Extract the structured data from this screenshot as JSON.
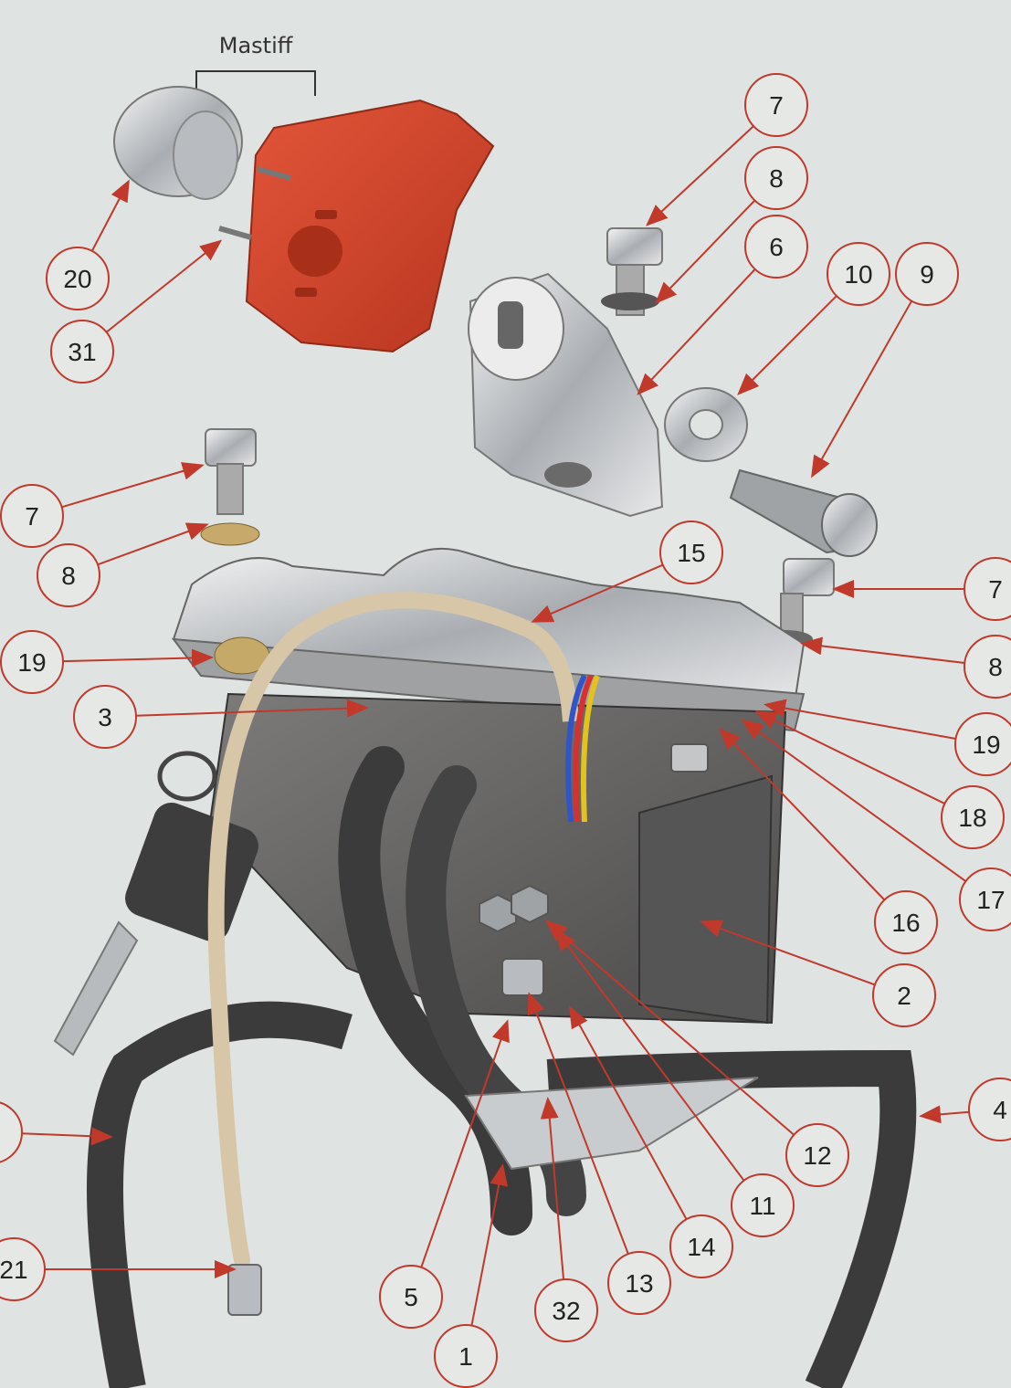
{
  "diagram": {
    "bracket_label": "Mastiff",
    "callouts": [
      {
        "id": "c20",
        "label": "20"
      },
      {
        "id": "c31",
        "label": "31"
      },
      {
        "id": "c7a",
        "label": "7"
      },
      {
        "id": "c8a",
        "label": "8"
      },
      {
        "id": "c6",
        "label": "6"
      },
      {
        "id": "c10",
        "label": "10"
      },
      {
        "id": "c9",
        "label": "9"
      },
      {
        "id": "c7b",
        "label": "7"
      },
      {
        "id": "c8b",
        "label": "8"
      },
      {
        "id": "c15",
        "label": "15"
      },
      {
        "id": "c7c",
        "label": "7"
      },
      {
        "id": "c8c",
        "label": "8"
      },
      {
        "id": "c19a",
        "label": "19"
      },
      {
        "id": "c3",
        "label": "3"
      },
      {
        "id": "c19b",
        "label": "19"
      },
      {
        "id": "c18",
        "label": "18"
      },
      {
        "id": "c17",
        "label": "17"
      },
      {
        "id": "c16",
        "label": "16"
      },
      {
        "id": "c2",
        "label": "2"
      },
      {
        "id": "c4",
        "label": "4"
      },
      {
        "id": "c12",
        "label": "12"
      },
      {
        "id": "c11",
        "label": "11"
      },
      {
        "id": "c14",
        "label": "14"
      },
      {
        "id": "c13",
        "label": "13"
      },
      {
        "id": "c32",
        "label": "32"
      },
      {
        "id": "c5",
        "label": "5"
      },
      {
        "id": "c1",
        "label": "1"
      },
      {
        "id": "c21",
        "label": "21"
      },
      {
        "id": "c_left",
        "label": ""
      }
    ]
  },
  "colors": {
    "background": "#dfe3e1",
    "callout_stroke": "#c0392b",
    "cover_red": "#d9472b",
    "chrome": "#c9ccce",
    "cable_dark": "#3b3b3b",
    "cable_beige": "#d8c6a8"
  }
}
